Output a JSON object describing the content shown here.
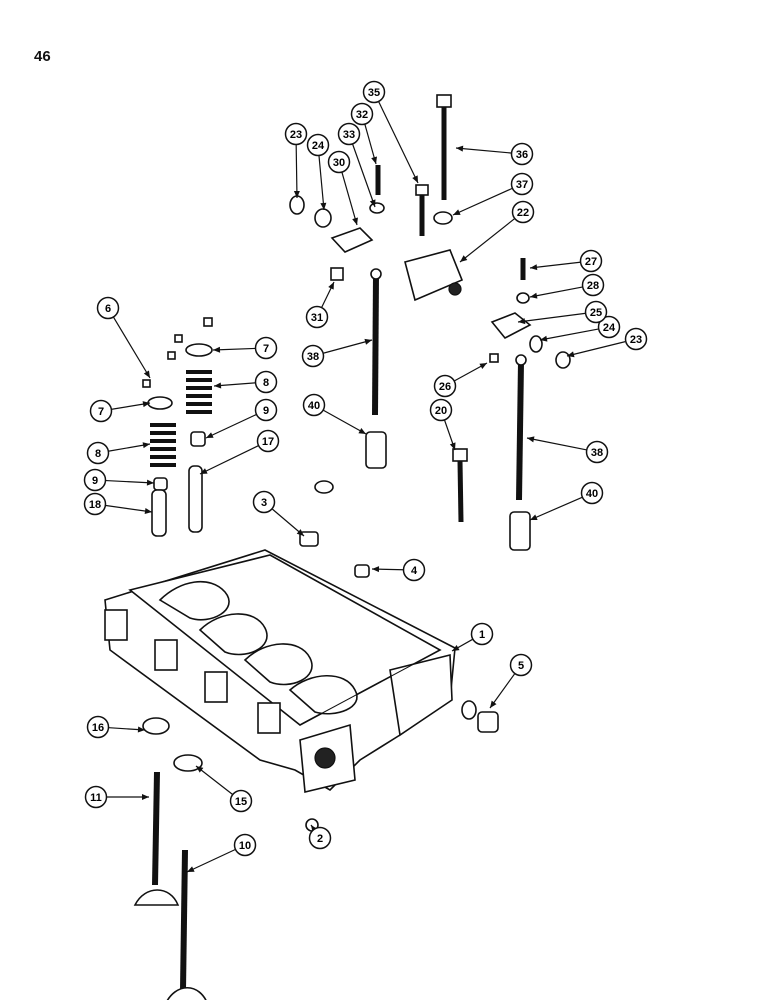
{
  "page": {
    "number": "46"
  },
  "callouts": [
    {
      "label": "1"
    },
    {
      "label": "2"
    },
    {
      "label": "3"
    },
    {
      "label": "4"
    },
    {
      "label": "5"
    },
    {
      "label": "6"
    },
    {
      "label": "7"
    },
    {
      "label": "7"
    },
    {
      "label": "8"
    },
    {
      "label": "8"
    },
    {
      "label": "9"
    },
    {
      "label": "9"
    },
    {
      "label": "10"
    },
    {
      "label": "11"
    },
    {
      "label": "15"
    },
    {
      "label": "16"
    },
    {
      "label": "17"
    },
    {
      "label": "18"
    },
    {
      "label": "20"
    },
    {
      "label": "22"
    },
    {
      "label": "23"
    },
    {
      "label": "23"
    },
    {
      "label": "24"
    },
    {
      "label": "24"
    },
    {
      "label": "25"
    },
    {
      "label": "26"
    },
    {
      "label": "27"
    },
    {
      "label": "28"
    },
    {
      "label": "30"
    },
    {
      "label": "31"
    },
    {
      "label": "32"
    },
    {
      "label": "33"
    },
    {
      "label": "35"
    },
    {
      "label": "36"
    },
    {
      "label": "37"
    },
    {
      "label": "38"
    },
    {
      "label": "38"
    },
    {
      "label": "40"
    },
    {
      "label": "40"
    }
  ],
  "colors": {
    "ink": "#111111",
    "paper": "#ffffff"
  }
}
